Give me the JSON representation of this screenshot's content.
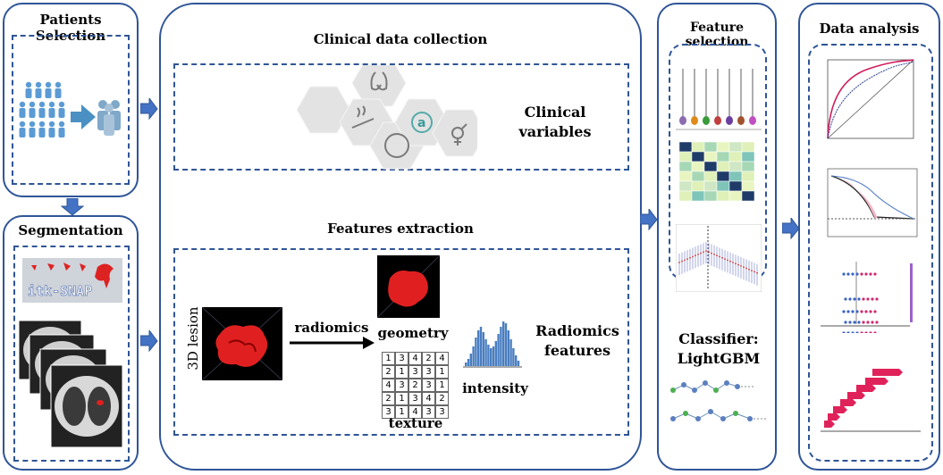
{
  "colors": {
    "frame": "#2f5597",
    "accent": "#4472c4",
    "lesion": "#e02020"
  },
  "panels": {
    "patients": {
      "title": "Patients Selection"
    },
    "segmentation": {
      "title": "Segmentation",
      "tool": "itk-SNAP"
    },
    "clinical": {
      "title": "Clinical data collection",
      "label_line1": "Clinical",
      "label_line2": "variables"
    },
    "features": {
      "title": "Features extraction",
      "lesion_label": "3D lesion",
      "method_label": "radiomics",
      "geometry_label": "geometry",
      "texture_label": "texture",
      "intensity_label": "intensity",
      "result_line1": "Radiomics",
      "result_line2": "features",
      "texture_matrix": [
        [
          1,
          3,
          4,
          2,
          4
        ],
        [
          2,
          1,
          3,
          3,
          1
        ],
        [
          4,
          3,
          2,
          3,
          1
        ],
        [
          2,
          1,
          3,
          4,
          2
        ],
        [
          3,
          1,
          4,
          3,
          3
        ]
      ]
    },
    "selection": {
      "title": "Feature selection",
      "classifier_line1": "Classifier:",
      "classifier_line2": "LightGBM"
    },
    "analysis": {
      "title": "Data analysis"
    }
  }
}
